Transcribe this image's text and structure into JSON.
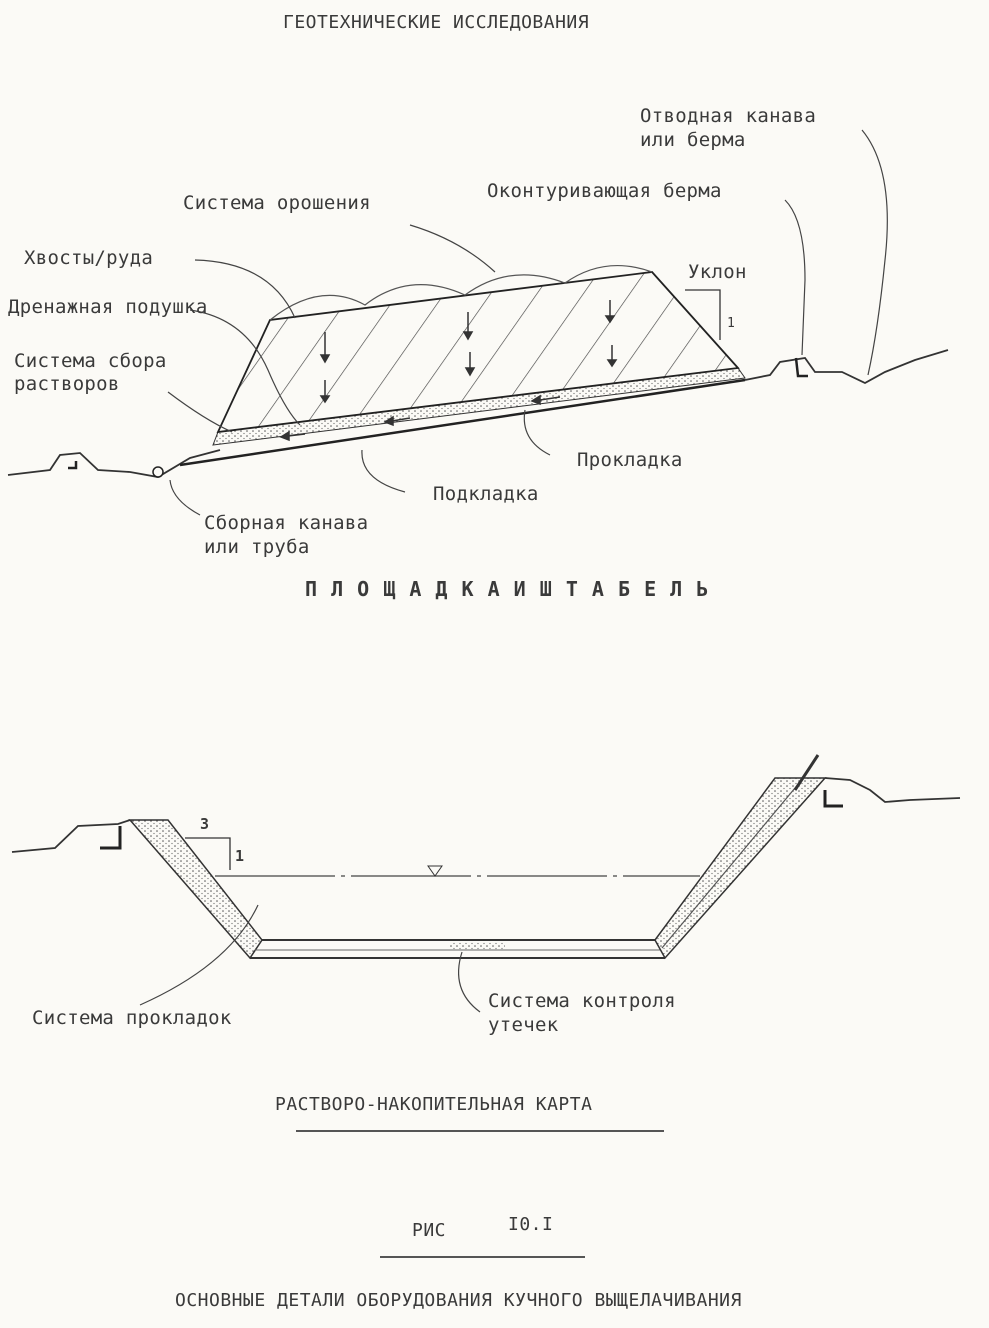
{
  "page": {
    "header": "ГЕОТЕХНИЧЕСКИЕ ИССЛЕДОВАНИЯ"
  },
  "heap_leach_pad": {
    "title": "П Л О Щ А Д К А   И   Ш Т А Б Е Л Ь",
    "labels": {
      "diversion_line1": "Отводная канава",
      "diversion_line2": "или берма",
      "perimeter_berm": "Оконтуривающая берма",
      "sprinkler": "Система орошения",
      "slope": "Уклон",
      "slope_ratio": "1",
      "tailings_ore": "Хвосты/руда",
      "drainage_pad": "Дренажная подушка",
      "collection_line1": "Система сбора",
      "collection_line2": "растворов",
      "liner": "Прокладка",
      "subliner": "Подкладка",
      "ditch_line1": "Сборная канава",
      "ditch_line2": "или труба"
    }
  },
  "solution_pond": {
    "title": "РАСТВОРО-НАКОПИТЕЛЬНАЯ КАРТА",
    "labels": {
      "slope_ratio_h": "3",
      "slope_ratio_v": "1",
      "liner_system": "Система прокладок",
      "leak_line1": "Система контроля",
      "leak_line2": "утечек"
    }
  },
  "figure": {
    "caption_prefix": "РИС",
    "caption_number": "I0.I",
    "subtitle": "ОСНОВНЫЕ ДЕТАЛИ ОБОРУДОВАНИЯ КУЧНОГО ВЫЩЕЛАЧИВАНИЯ"
  }
}
